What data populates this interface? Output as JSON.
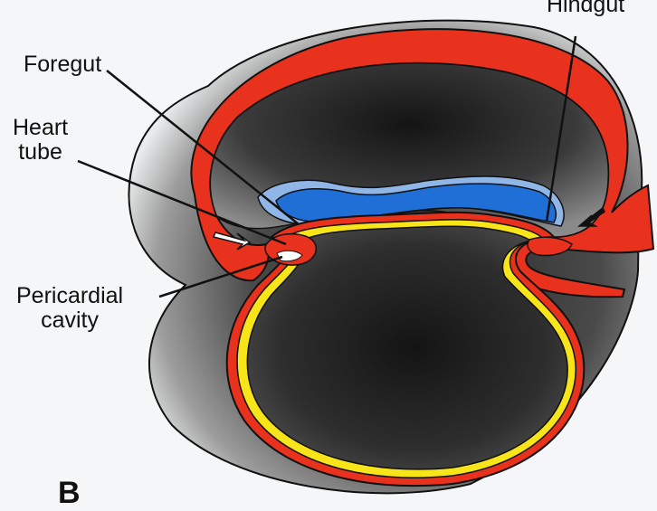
{
  "figure": {
    "panel_letter": "B",
    "labels": {
      "foregut": "Foregut",
      "heart_tube": "Heart\ntube",
      "pericardial_cavity": "Pericardial\ncavity",
      "hindgut": "Hindgut"
    }
  },
  "colors": {
    "background": "#f4f6f7",
    "ectoderm": "#e8321e",
    "endoderm": "#f7e51a",
    "neural": "#1f6fd6",
    "neural_light": "#8fb6e6",
    "cavity": "#2a2a2a",
    "mesoderm": "#9a9a9a",
    "outline": "#111111"
  }
}
